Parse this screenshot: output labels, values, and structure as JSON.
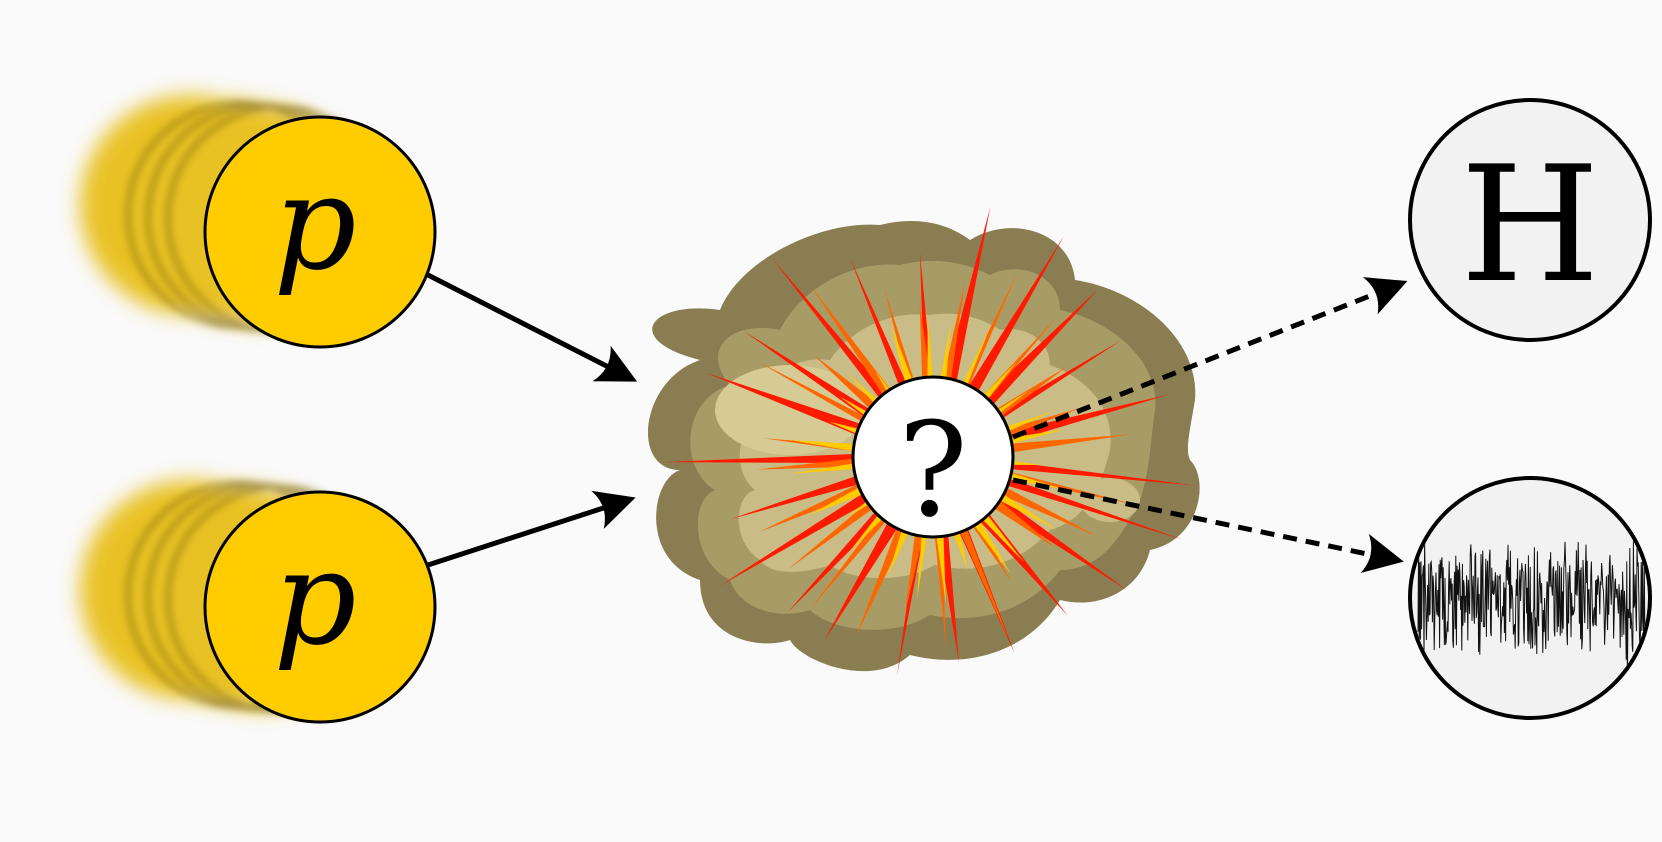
{
  "diagram": {
    "incoming_particles": [
      {
        "label": "p"
      },
      {
        "label": "p"
      }
    ],
    "collision_label": "?",
    "outgoing_products": [
      {
        "label": "H",
        "kind": "higgs-boson"
      },
      {
        "label": "",
        "kind": "noise-signal"
      }
    ]
  },
  "colors": {
    "background": "#fafafa",
    "proton_fill": "#ffcc00",
    "proton_blur": "#e6b800",
    "cloud_dark": "#8a7d52",
    "cloud_mid": "#a89c66",
    "cloud_light": "#c9bc86",
    "burst_red": "#ff1a00",
    "burst_orange": "#ff6600",
    "burst_yellow": "#ffcc00",
    "product_fill": "#f2f2f2",
    "stroke": "#000000"
  }
}
